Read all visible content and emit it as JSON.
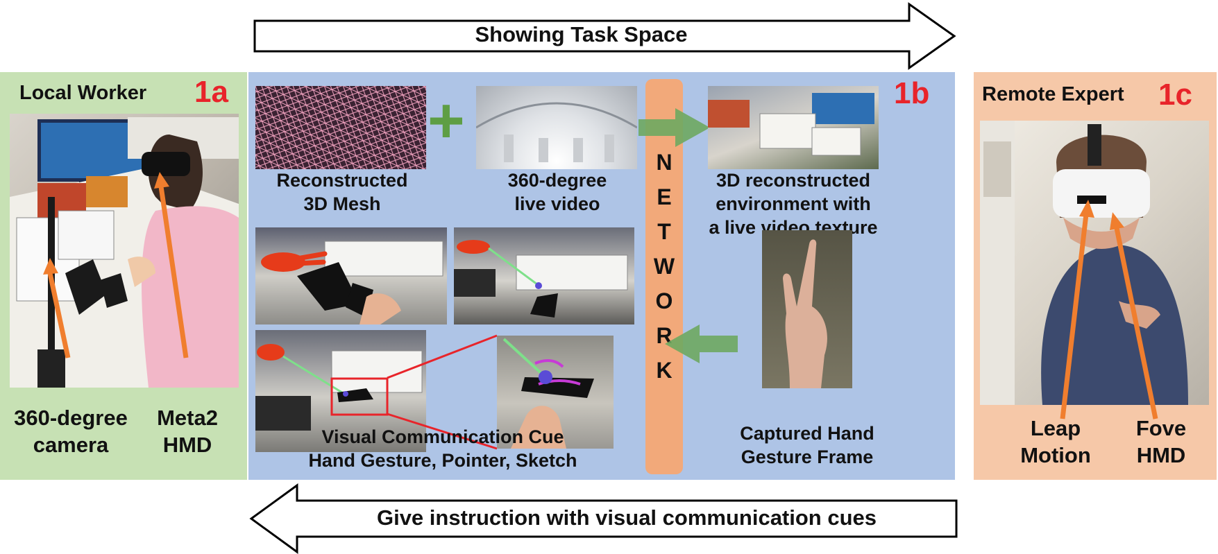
{
  "arrows": {
    "top": "Showing Task Space",
    "bottom": "Give instruction with visual communication cues"
  },
  "panel_local": {
    "title": "Local Worker",
    "tag": "1a",
    "captions": [
      "360-degree\ncamera",
      "Meta2\nHMD"
    ]
  },
  "panel_network": {
    "tag": "1b",
    "captions": {
      "mesh": "Reconstructed\n3D Mesh",
      "video": "360-degree\nlive video",
      "env": "3D reconstructed\nenvironment with\na live video texture",
      "cue": "Visual Communication Cue\nHand Gesture, Pointer, Sketch",
      "hand": "Captured Hand\nGesture Frame"
    },
    "plus": "+",
    "network": [
      "N",
      "E",
      "T",
      "W",
      "O",
      "R",
      "K"
    ]
  },
  "panel_remote": {
    "title": "Remote Expert",
    "tag": "1c",
    "captions": [
      "Leap\nMotion",
      "Fove\nHMD"
    ]
  },
  "colors": {
    "local_bg": "#c7e1b4",
    "network_bg": "#aec4e6",
    "remote_bg": "#f6c8a8",
    "network_bar": "#f2a97a",
    "tag": "#e8242a",
    "annotation_arrow": "#f07e2e",
    "flow_arrow": "#6ea860",
    "highlight": "#e8242a"
  }
}
